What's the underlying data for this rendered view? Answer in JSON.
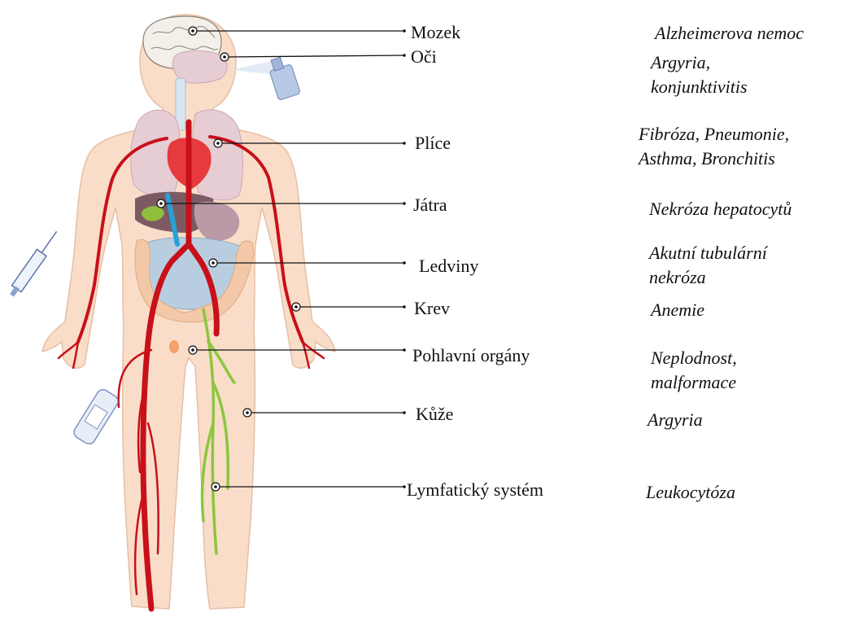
{
  "colors": {
    "skin": "#f9ddc8",
    "skin_outline": "#e6bfa6",
    "artery": "#c8101a",
    "lymph": "#8cc63f",
    "vein": "#2aa0d8",
    "lung": "#e6cdd4",
    "liver": "#7d5a63",
    "intestine": "#b9cde0",
    "brain": "#f3efe9",
    "leader_line": "#111111"
  },
  "rows": [
    {
      "organ": "Mozek",
      "effect": [
        "Alzheimerova nemoc"
      ]
    },
    {
      "organ": "Oči",
      "effect": [
        "Argyria,",
        "konjunktivitis"
      ]
    },
    {
      "organ": "Plíce",
      "effect": [
        "Fibróza, Pneumonie,",
        "Asthma, Bronchitis"
      ]
    },
    {
      "organ": "Játra",
      "effect": [
        "Nekróza hepatocytů"
      ]
    },
    {
      "organ": "Ledviny",
      "effect": [
        "Akutní tubulární",
        "nekróza"
      ]
    },
    {
      "organ": "Krev",
      "effect": [
        "Anemie"
      ]
    },
    {
      "organ": "Pohlavní orgány",
      "effect": [
        "Neplodnost,",
        "malformace"
      ]
    },
    {
      "organ": "Kůže",
      "effect": [
        "Argyria"
      ]
    },
    {
      "organ": "Lymfatický systém",
      "effect": [
        "Leukocytóza"
      ]
    }
  ],
  "icons": [
    "human-body-figure",
    "nasal-spray-icon",
    "syringe-icon",
    "bandage-icon"
  ]
}
